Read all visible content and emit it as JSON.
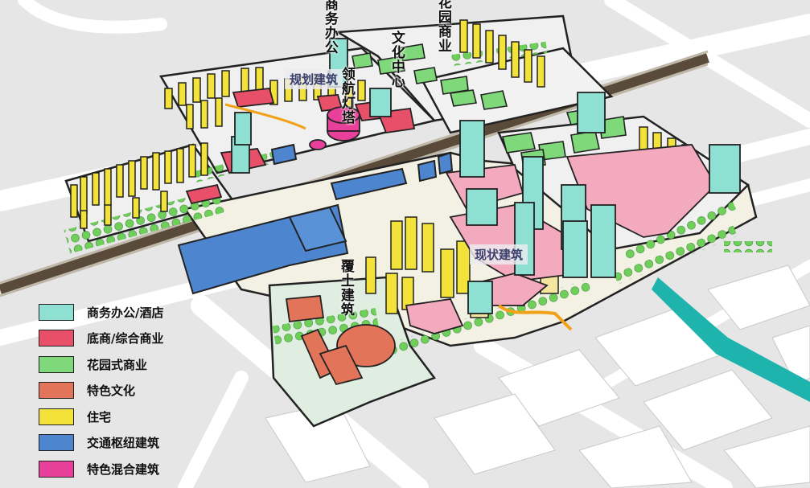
{
  "labels": {
    "business_office": "商务办公",
    "garden_commerce": "花园商业",
    "culture_center": "文化中心",
    "planned_building": "规划建筑",
    "beacon_tower": "领航灯塔",
    "existing_building": "现状建筑",
    "covered_building": "覆土建筑"
  },
  "legend": {
    "items": [
      {
        "label": "商务办公/酒店",
        "color": "#8ee0d2"
      },
      {
        "label": "底商/综合商业",
        "color": "#e8506a"
      },
      {
        "label": "花园式商业",
        "color": "#7fd97a"
      },
      {
        "label": "特色文化",
        "color": "#e2745a"
      },
      {
        "label": "住宅",
        "color": "#f2e23a"
      },
      {
        "label": "交通枢纽建筑",
        "color": "#4d86cf"
      },
      {
        "label": "特色混合建筑",
        "color": "#e8409a"
      }
    ]
  },
  "colors": {
    "office": "#8ee0d2",
    "commercial": "#e8506a",
    "pink_commercial": "#f3a9be",
    "garden": "#7fd97a",
    "culture": "#e2745a",
    "residential": "#f2e23a",
    "cream_residential": "#f4e6a0",
    "transport": "#4d86cf",
    "mixed": "#e8409a",
    "rail": "#5a4a3a",
    "river": "#1fb3ad",
    "tree": "#6fcf5a",
    "road": "#ffffff",
    "ground": "#e9e9e9"
  }
}
